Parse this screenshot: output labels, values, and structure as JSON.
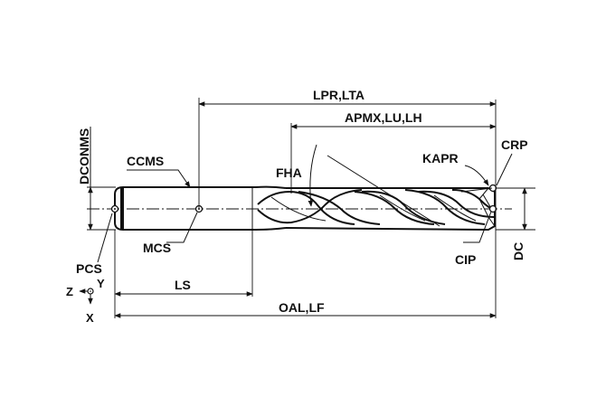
{
  "labels": {
    "lpr_lta": "LPR,LTA",
    "apmx_lu_lh": "APMX,LU,LH",
    "dconms": "DCONMS",
    "ccms": "CCMS",
    "fha": "FHA",
    "kapr": "KAPR",
    "crp": "CRP",
    "mcs": "MCS",
    "pcs": "PCS",
    "cip": "CIP",
    "dc": "DC",
    "ls": "LS",
    "oal_lf": "OAL,LF",
    "axis_z": "Z",
    "axis_y": "Y",
    "axis_x": "X"
  }
}
